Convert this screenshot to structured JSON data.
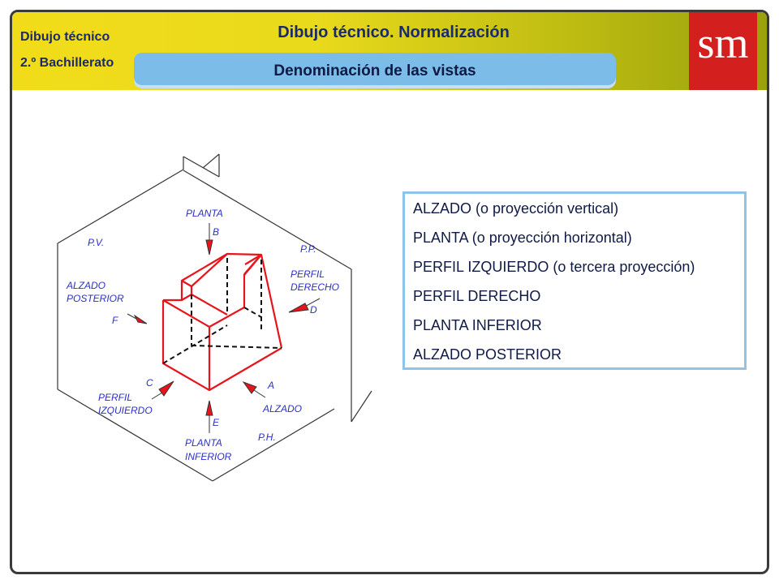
{
  "header": {
    "course_line1": "Dibujo técnico",
    "course_line2": "2.º Bachillerato",
    "title": "Dibujo técnico. Normalización",
    "subtitle": "Denominación de las vistas",
    "logo": "sm",
    "colors": {
      "header_start": "#f2dc1a",
      "header_end": "#9aa10c",
      "banner": "#7cbce8",
      "logo": "#d3201f"
    }
  },
  "diagram": {
    "planes": {
      "pv": "P.V.",
      "pp": "P.P.",
      "ph": "P.H."
    },
    "labels": {
      "planta": "PLANTA",
      "b": "B",
      "perfil_derecho_1": "PERFIL",
      "perfil_derecho_2": "DERECHO",
      "d": "D",
      "alzado_posterior_1": "ALZADO",
      "alzado_posterior_2": "POSTERIOR",
      "f": "F",
      "c": "C",
      "perfil_izquierdo_1": "PERFIL",
      "perfil_izquierdo_2": "IZQUIERDO",
      "a": "A",
      "alzado": "ALZADO",
      "e": "E",
      "planta_inferior_1": "PLANTA",
      "planta_inferior_2": "INFERIOR"
    },
    "colors": {
      "object": "#e8141c",
      "labels": "#2a2fc8",
      "planes": "#333333"
    }
  },
  "views_list": [
    "ALZADO (o proyección vertical)",
    "PLANTA (o proyección horizontal)",
    "PERFIL IZQUIERDO (o tercera proyección)",
    "PERFIL DERECHO",
    "PLANTA INFERIOR",
    "ALZADO POSTERIOR"
  ]
}
